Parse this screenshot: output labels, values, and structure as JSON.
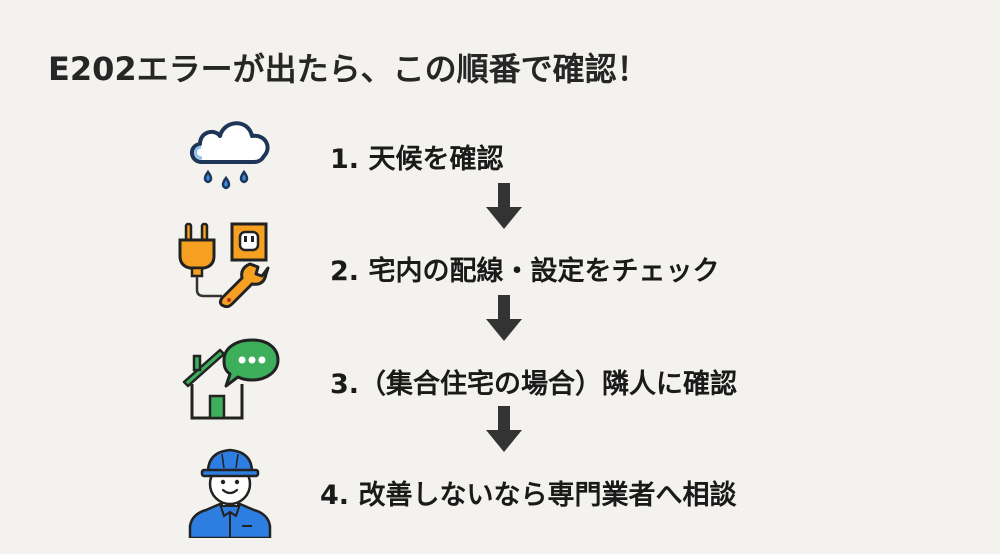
{
  "title": "E202エラーが出たら、この順番で確認！",
  "colors": {
    "background": "#f3f2ee",
    "text": "#1a1a1a",
    "arrow": "#333333",
    "weather_blue": "#3b8de0",
    "tools_orange": "#f5a020",
    "house_green": "#3dae5a",
    "worker_blue": "#2e7de0"
  },
  "steps": [
    {
      "number": "1.",
      "label": "1. 天候を確認",
      "icon": "rain-cloud-icon"
    },
    {
      "number": "2.",
      "label": "2. 宅内の配線・設定をチェック",
      "icon": "plug-wrench-icon"
    },
    {
      "number": "3.",
      "label": "3.（集合住宅の場合）隣人に確認",
      "icon": "house-chat-icon"
    },
    {
      "number": "4.",
      "label": "4. 改善しないなら専門業者へ相談",
      "icon": "worker-helmet-icon"
    }
  ],
  "arrows": [
    "down-arrow",
    "down-arrow",
    "down-arrow"
  ]
}
